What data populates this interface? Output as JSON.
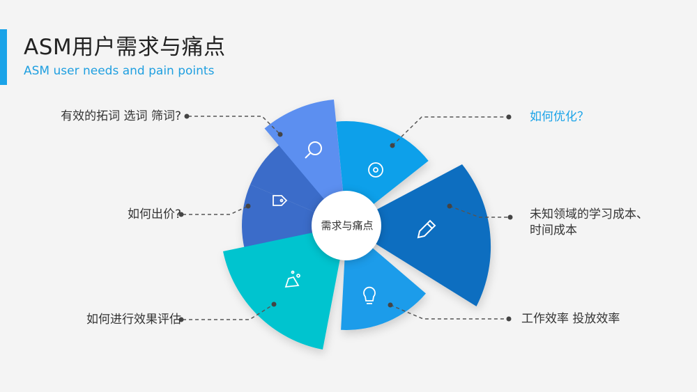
{
  "title": "ASM用户需求与痛点",
  "subtitle": "ASM user needs and pain points",
  "center": "需求与痛点",
  "colors": {
    "accent": "#1aa3e8",
    "highlight_text": "#1aa3e8",
    "segment_search": "#5b8ff0",
    "segment_tag": "#3a6cc9",
    "segment_flask": "#00c4cf",
    "segment_bulb": "#1a9cea",
    "segment_pencil": "#0a6ec0",
    "segment_disc": "#0fa0ea"
  },
  "items": [
    {
      "label": "有效的拓词 选词 筛词?",
      "icon": "search-icon"
    },
    {
      "label": "如何出价?",
      "icon": "tag-icon"
    },
    {
      "label": "如何进行效果评估",
      "icon": "flask-icon"
    },
    {
      "label": "如何优化？",
      "icon": "disc-icon"
    },
    {
      "label_line1": "未知领域的学习成本、",
      "label_line2": "时间成本",
      "icon": "pencil-icon"
    },
    {
      "label": "工作效率 投放效率",
      "icon": "lightbulb-icon"
    }
  ]
}
